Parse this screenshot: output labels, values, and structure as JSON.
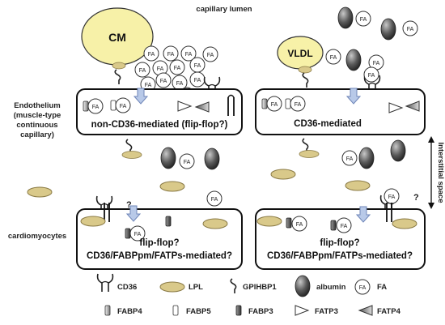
{
  "labels": {
    "capillary_lumen": "capillary lumen",
    "endothelium": [
      "Endothelium",
      "(muscle-type",
      "continuous",
      "capillary)"
    ],
    "cardiomyocytes": "cardiomyocytes",
    "interstitial_space": "Interstitial space",
    "cm": "CM",
    "vldl": "VLDL",
    "fa": "FA",
    "question": "?"
  },
  "panels": {
    "endo_left": "non-CD36-mediated (flip-flop?)",
    "endo_right": "CD36-mediated",
    "cardio_left": [
      "flip-flop?",
      "CD36/FABPpm/FATPs-mediated?"
    ],
    "cardio_right": [
      "flip-flop?",
      "CD36/FABPpm/FATPs-mediated?"
    ]
  },
  "legend": [
    {
      "icon": "cd36",
      "label": "CD36"
    },
    {
      "icon": "lpl",
      "label": "LPL"
    },
    {
      "icon": "gpihbp1",
      "label": "GPIHBP1"
    },
    {
      "icon": "albumin",
      "label": "albumin"
    },
    {
      "icon": "fa",
      "label": "FA"
    },
    {
      "icon": "fabp4",
      "label": "FABP4"
    },
    {
      "icon": "fabp5",
      "label": "FABP5"
    },
    {
      "icon": "fabp3",
      "label": "FABP3"
    },
    {
      "icon": "fatp3",
      "label": "FATP3"
    },
    {
      "icon": "fatp4",
      "label": "FATP4"
    }
  ],
  "colors": {
    "lipoprotein_fill": "#f7f1a8",
    "lpl_fill": "#d9c98a",
    "arrow_fill": "#b8c9e8",
    "arrow_stroke": "#6f86b8"
  }
}
